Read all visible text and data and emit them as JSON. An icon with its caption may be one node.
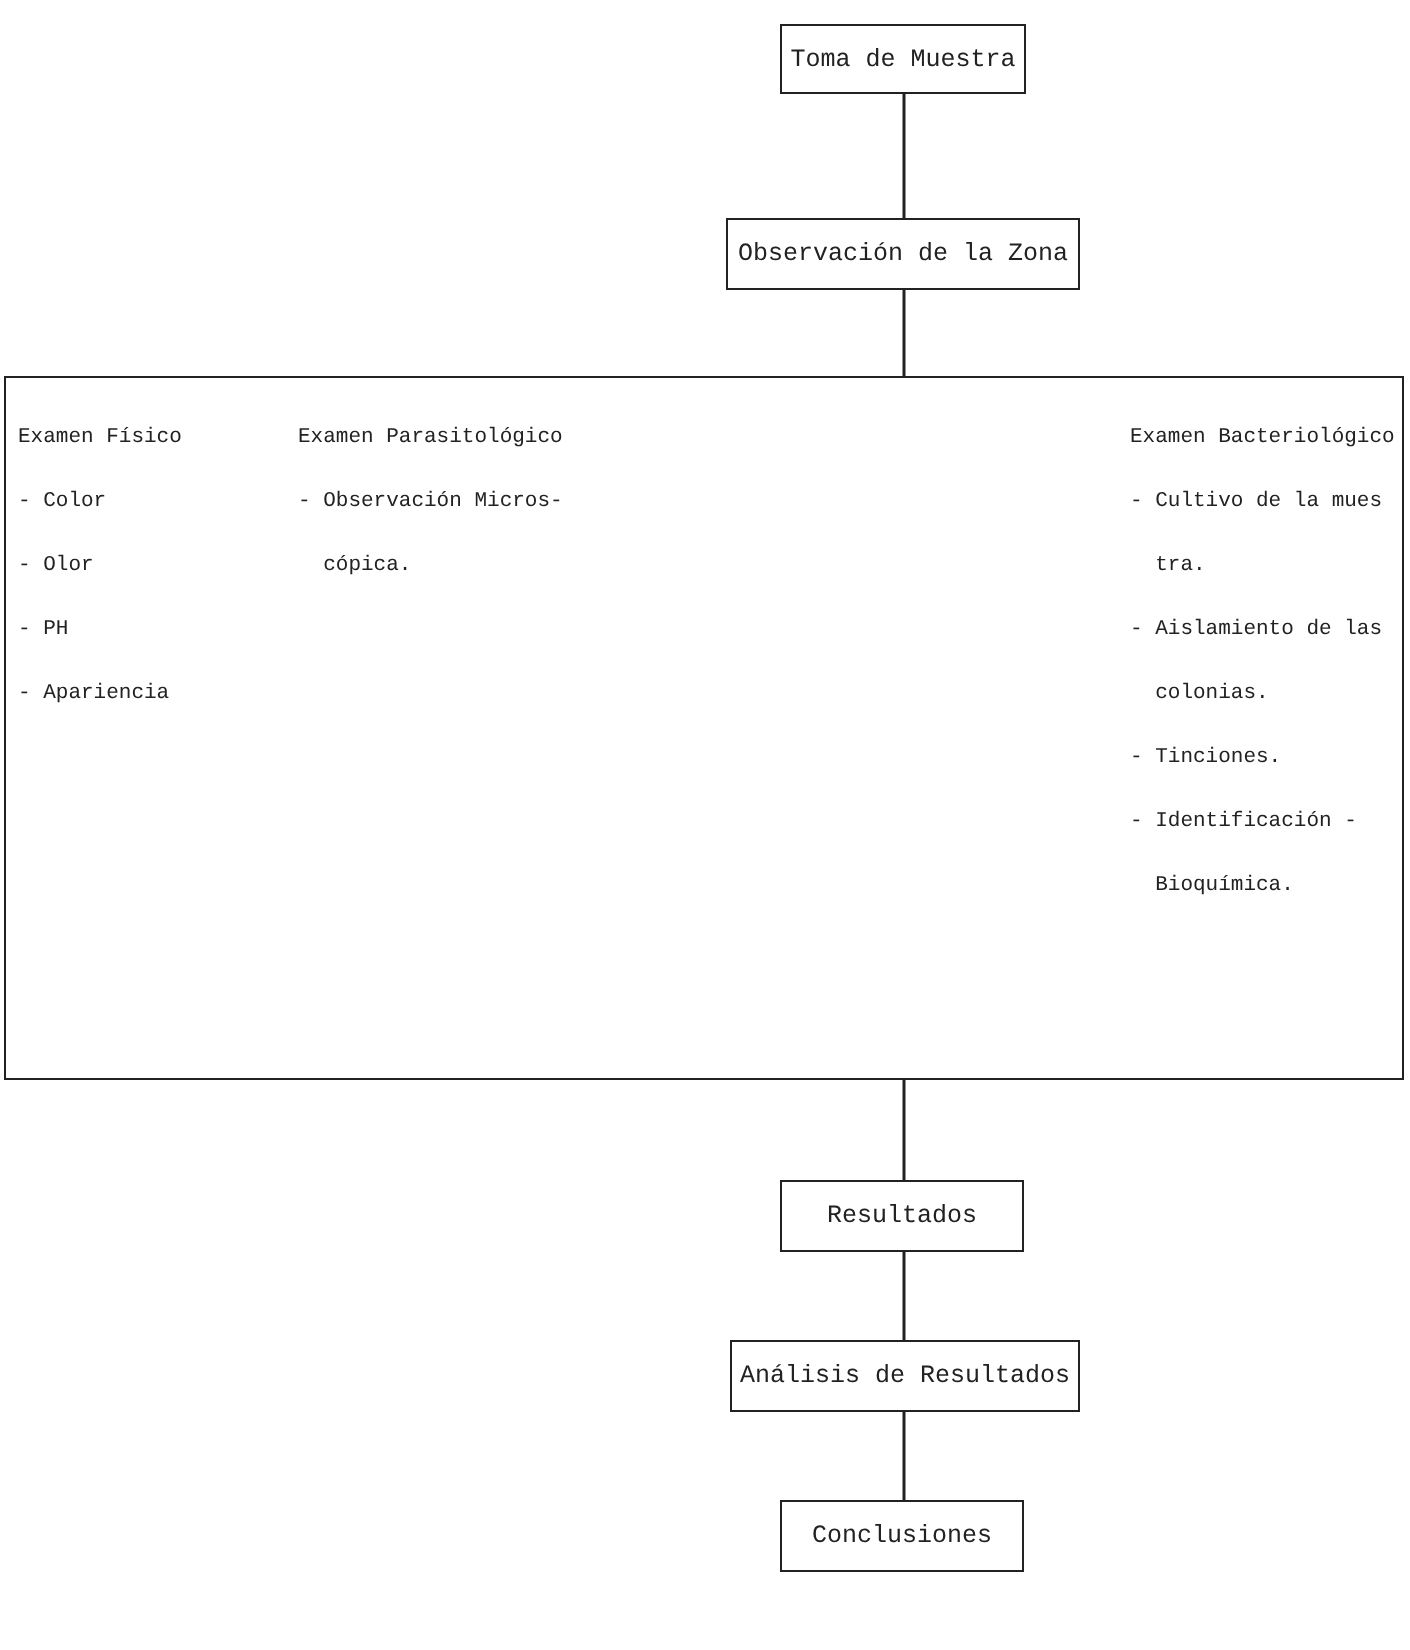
{
  "diagram": {
    "nodes": [
      {
        "text": [
          "Toma de Muestra"
        ]
      },
      {
        "text": [
          "Observación de la Zona"
        ]
      },
      {
        "text": [
          "Examen Físico",
          "- Color",
          "- Olor",
          "- PH",
          "- Apariencia",
          "Examen Parasitológico",
          "- Observación Micros- cópica.",
          "Examen Bacteriológico",
          "- Cultivo de la mues tra.",
          "- Aislamiento de las colonias.",
          "- Tinciones.",
          "- Identificación - Bioquímica."
        ]
      },
      {
        "text": [
          "Resultados"
        ]
      },
      {
        "text": [
          "Análisis de Resultados"
        ]
      },
      {
        "text": [
          "Conclusiones"
        ]
      }
    ],
    "edges": [
      {
        "from": 0,
        "to": 1,
        "arrow": "none"
      },
      {
        "from": 1,
        "to": 2,
        "arrow": "none"
      },
      {
        "from": 2,
        "to": 3,
        "arrow": "none"
      },
      {
        "from": 3,
        "to": 4,
        "arrow": "none"
      },
      {
        "from": 4,
        "to": 5,
        "arrow": "none"
      }
    ]
  }
}
